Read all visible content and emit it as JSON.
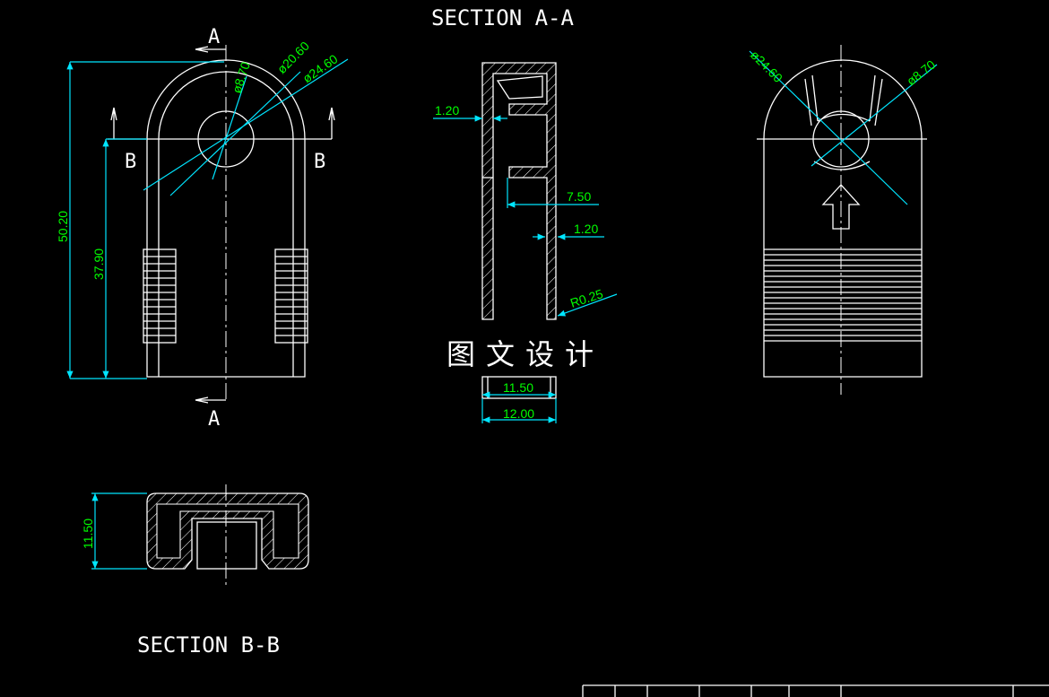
{
  "drawing": {
    "section_aa_title": "SECTION A-A",
    "section_bb_title": "SECTION B-B",
    "watermark": "图文设计",
    "cut_letters": {
      "a_top": "A",
      "a_bottom": "A",
      "b_left": "B",
      "b_right": "B"
    }
  },
  "dimensions": {
    "front": {
      "height_total": "50.20",
      "height_lower": "37.90",
      "dia_hole": "ø8.70",
      "dia_inner": "ø20.60",
      "dia_outer": "ø24.60"
    },
    "section_aa": {
      "wall_top": "1.20",
      "depth": "7.50",
      "wall_side": "1.20",
      "radius": "R0.25",
      "width_inner": "11.50",
      "width_outer": "12.00"
    },
    "section_bb": {
      "height": "11.50"
    },
    "back": {
      "dia_outer": "ø24.60",
      "dia_hole": "ø8.70"
    }
  },
  "colors": {
    "background": "#000000",
    "geometry": "#ffffff",
    "dimension_line": "#00e5ff",
    "dimension_text": "#00ff00"
  }
}
